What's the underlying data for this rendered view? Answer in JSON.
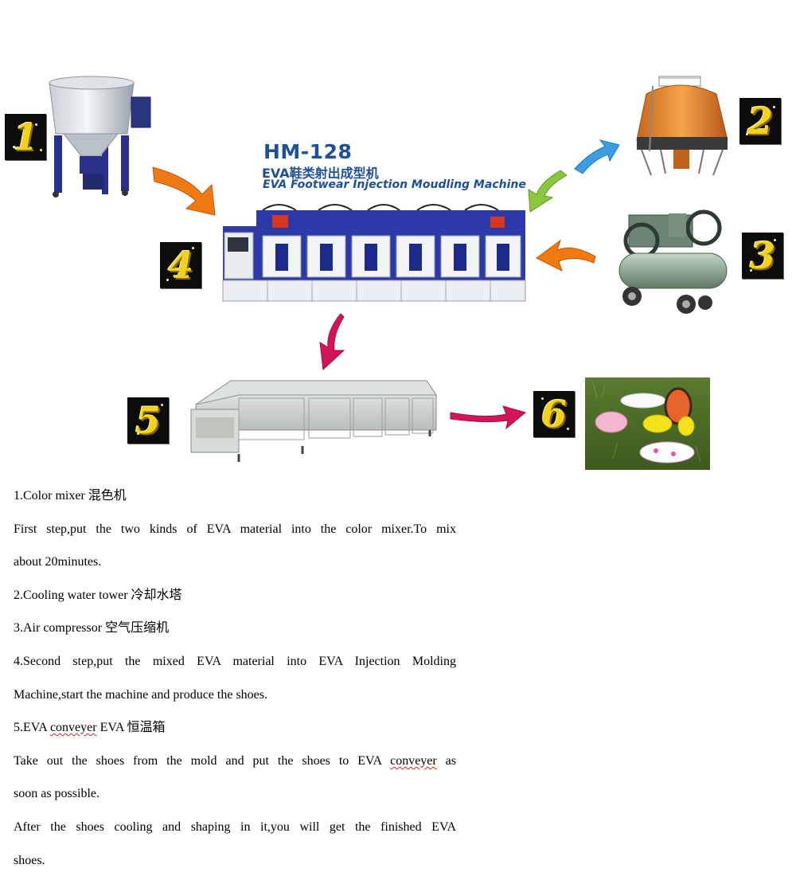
{
  "header": {
    "model": "HM-128",
    "title_cn": "EVA鞋类射出成型机",
    "title_en": "EVA Footwear Injection Moudling Machine"
  },
  "steps": [
    {
      "number": "1",
      "label": "Color mixer",
      "label_cn": "混色机",
      "image": "color-mixer"
    },
    {
      "number": "2",
      "label": "Cooling water tower",
      "label_cn": "冷却水塔",
      "image": "cooling-tower"
    },
    {
      "number": "3",
      "label": "Air compressor",
      "label_cn": "空气压缩机",
      "image": "air-compressor"
    },
    {
      "number": "4",
      "label": "EVA Injection Molding Machine",
      "image": "injection-machine"
    },
    {
      "number": "5",
      "label": "EVA conveyer",
      "label_cn": "恒温箱",
      "image": "eva-conveyer"
    },
    {
      "number": "6",
      "label": "finished EVA shoes",
      "image": "finished-shoes"
    }
  ],
  "flow": [
    {
      "from": "1",
      "to": "4",
      "color": "#f07a12"
    },
    {
      "from": "4",
      "to": "2",
      "color": "#3a9ee0"
    },
    {
      "from": "2",
      "to": "4",
      "color": "#8cc63f"
    },
    {
      "from": "3",
      "to": "4",
      "color": "#f07a12"
    },
    {
      "from": "4",
      "to": "5",
      "color": "#d4145a"
    },
    {
      "from": "5",
      "to": "6",
      "color": "#d4145a"
    }
  ],
  "text": {
    "line1": "1.Color mixer  混色机",
    "line2": "First step,put the two kinds of EVA material into the color mixer.To mix",
    "line3": "about 20minutes.",
    "line4": "2.Cooling water tower  冷却水塔",
    "line5": "3.Air compressor  空气压缩机",
    "line6": "4.Second step,put the mixed EVA material into EVA Injection Molding",
    "line7": "Machine,start the machine and produce the shoes.",
    "line8_a": "5.EVA ",
    "line8_b": "conveyer",
    "line8_c": " EVA 恒温箱",
    "line9_a": "Take out the shoes from the mold and put the shoes to EVA ",
    "line9_b": "conveyer",
    "line9_c": " as",
    "line10": "soon as possible.",
    "line11": "After the shoes cooling and shaping in it,you will get the finished EVA",
    "line12": "shoes."
  }
}
